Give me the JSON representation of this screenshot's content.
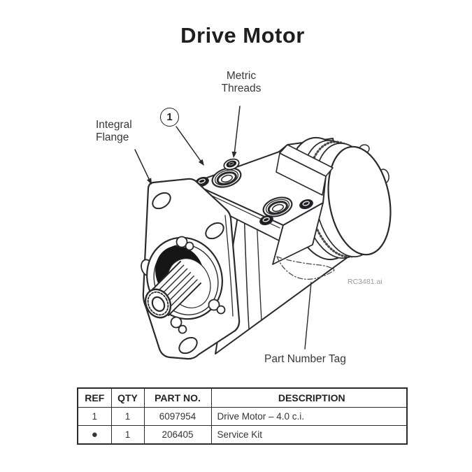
{
  "title": "Drive Motor",
  "figure": {
    "labels": {
      "metric_threads": {
        "line1": "Metric",
        "line2": "Threads"
      },
      "integral_flange": {
        "line1": "Integral",
        "line2": "Flange"
      },
      "part_number_tag": "Part Number Tag",
      "callout_1": "1",
      "file_ref": "RC3481.ai"
    }
  },
  "parts_table": {
    "headers": [
      "REF",
      "QTY",
      "PART NO.",
      "DESCRIPTION"
    ],
    "rows": [
      {
        "ref": "1",
        "qty": "1",
        "part_no": "6097954",
        "description": "Drive Motor – 4.0 c.i."
      },
      {
        "ref": "●",
        "qty": "1",
        "part_no": "206405",
        "description": "Service Kit"
      }
    ]
  },
  "colors": {
    "ink": "#231f20",
    "label_text": "#38383a",
    "muted_gray": "#9b9b9b",
    "line": "#2a2a2c"
  }
}
